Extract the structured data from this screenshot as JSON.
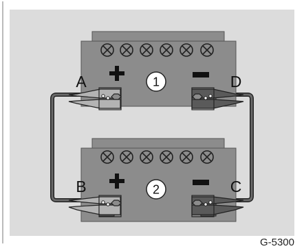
{
  "figure_id": "G-5300",
  "labels": {
    "a": "A",
    "b": "B",
    "c": "C",
    "d": "D"
  },
  "batteries": [
    {
      "number": "1",
      "positive_symbol": "+",
      "negative_symbol": "−"
    },
    {
      "number": "2",
      "positive_symbol": "+",
      "negative_symbol": "−"
    }
  ],
  "colors": {
    "background_panel": "#dcdcdc",
    "battery": "#8c8c8c",
    "cable": "#555555",
    "clamp_positive": "#b3b3b3",
    "clamp_negative": "#5a5a5a"
  }
}
